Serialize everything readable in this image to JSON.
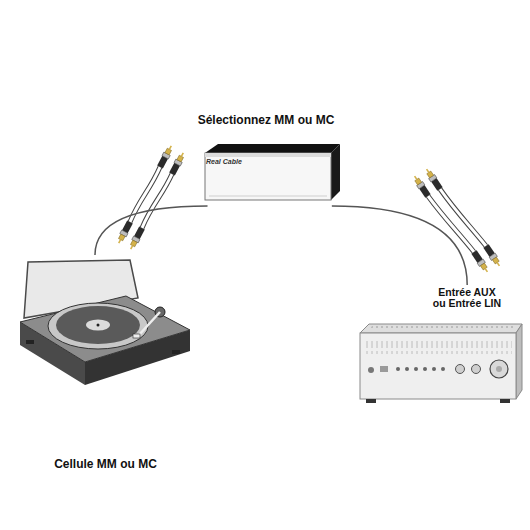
{
  "diagram": {
    "nodes": [
      {
        "text": [
          "Sélectionnez MM ou MC",
          "Real Cable"
        ]
      },
      {
        "text": [
          "Cellule MM ou MC"
        ]
      },
      {
        "text": [
          "Entrée AUX ou Entrée LIN"
        ]
      }
    ],
    "edges": [
      {
        "from": 1,
        "to": 0,
        "arrow": "none"
      },
      {
        "from": 0,
        "to": 2,
        "arrow": "none"
      }
    ]
  }
}
